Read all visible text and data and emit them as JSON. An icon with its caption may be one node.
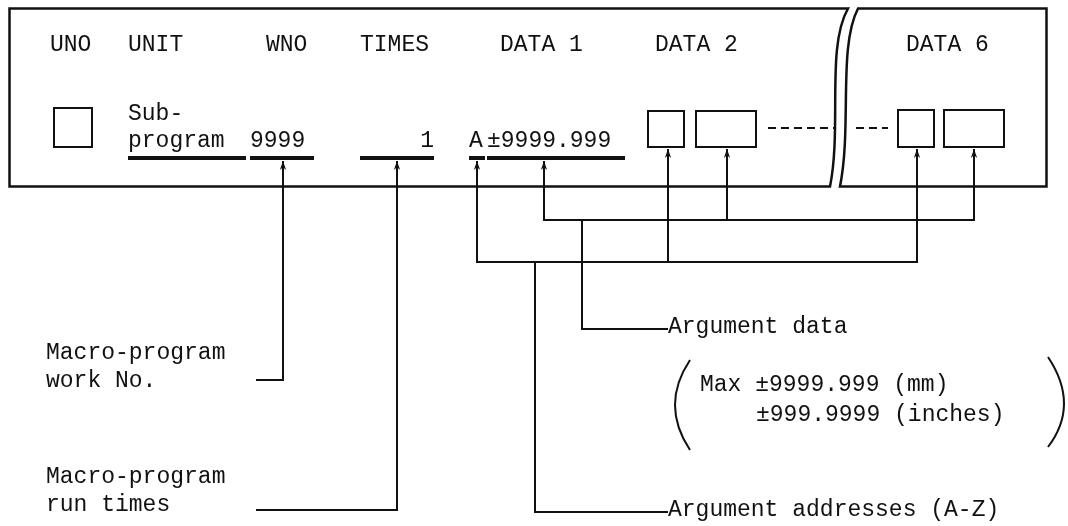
{
  "diagram": {
    "nodes": [
      {
        "text": [],
        "shape": "box"
      },
      {
        "text": [],
        "shape": "box",
        "in": 0
      },
      {
        "text": [
          "Sub- program"
        ],
        "in": 0
      },
      {
        "text": [
          "9999"
        ],
        "in": 0
      },
      {
        "text": [
          "1"
        ],
        "in": 0
      },
      {
        "text": [
          "A"
        ],
        "in": 0
      },
      {
        "text": [
          "±9999.999"
        ],
        "in": 0
      },
      {
        "text": [],
        "shape": "box",
        "in": 0
      },
      {
        "text": [],
        "shape": "box",
        "in": 0
      },
      {
        "text": [],
        "shape": "box"
      },
      {
        "text": [],
        "shape": "box",
        "in": 9
      },
      {
        "text": [],
        "shape": "box",
        "in": 9
      },
      {
        "text": [
          "Macro-program work No."
        ]
      },
      {
        "text": [
          "Macro-program run times"
        ]
      },
      {
        "text": [
          "Argument data"
        ]
      },
      {
        "text": [
          "Argument addresses (A-Z)"
        ]
      }
    ],
    "edges": [
      {
        "from": 12,
        "to": 3,
        "arrow": "to"
      },
      {
        "from": 13,
        "to": 4,
        "arrow": "to"
      },
      {
        "from": 14,
        "to": 6,
        "arrow": "to"
      },
      {
        "from": 14,
        "to": 8,
        "arrow": "to"
      },
      {
        "from": 14,
        "to": 11,
        "arrow": "to"
      },
      {
        "from": 15,
        "to": 5,
        "arrow": "to"
      },
      {
        "from": 15,
        "to": 7,
        "arrow": "to"
      },
      {
        "from": 15,
        "to": 10,
        "arrow": "to"
      }
    ],
    "labels": [
      "UNO",
      "UNIT",
      "WNO",
      "TIMES",
      "DATA 1",
      "DATA 2",
      "DATA 6",
      "Max ±9999.999 (mm)",
      "±999.9999 (inches)"
    ]
  }
}
